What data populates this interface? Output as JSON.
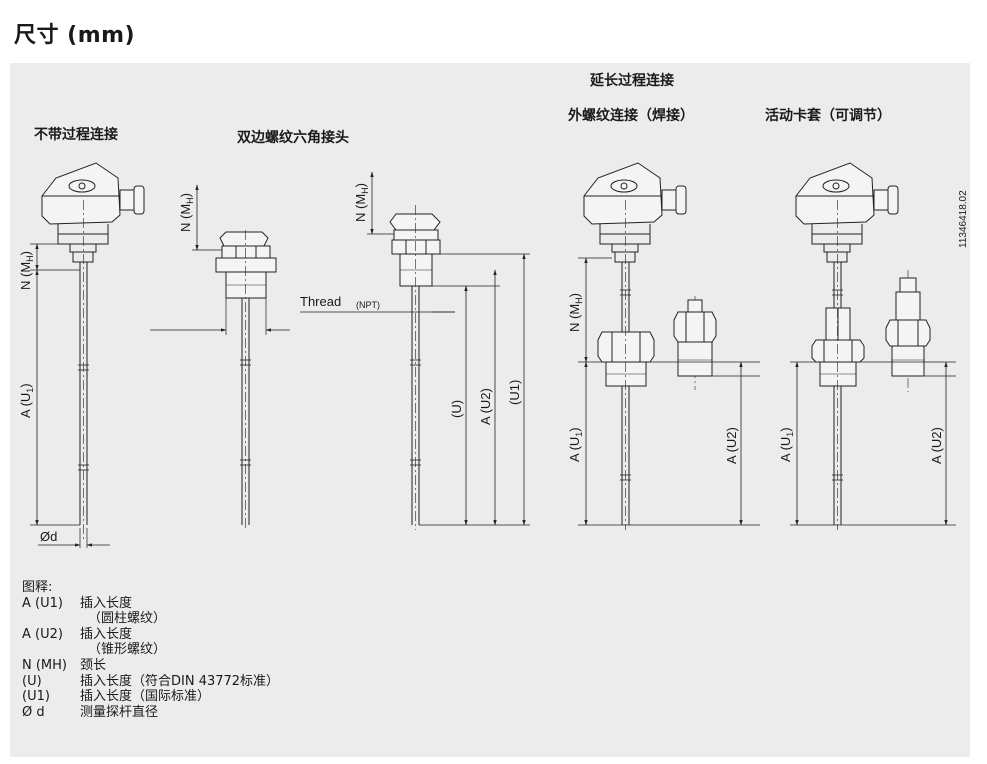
{
  "page_title": "尺寸 (mm)",
  "figure_code": "11346418.02",
  "headers": {
    "group_extended": "延长过程连接",
    "no_process_connection": "不带过程连接",
    "double_thread_hex": "双边螺纹六角接头",
    "male_thread_welded": "外螺纹连接（焊接）",
    "compression_fitting": "活动卡套（可调节）"
  },
  "dimension_labels": {
    "n_mh": "N (M",
    "mh_sub": "H",
    "a_u1": "A (U",
    "a_u2": "A (U2)",
    "u": "(U)",
    "u1": "(U1)",
    "sub1": "1",
    "a_u2_vert": "A (U2)",
    "diameter": "Ød",
    "thread": "Thread",
    "npt": "(NPT)"
  },
  "legend": {
    "title": "图释:",
    "items": [
      {
        "key": "A (U1)",
        "value": "插入长度",
        "cont": "（圆柱螺纹）"
      },
      {
        "key": "A (U2)",
        "value": "插入长度",
        "cont": "（锥形螺纹）"
      },
      {
        "key": "N (MH)",
        "value": "颈长"
      },
      {
        "key": "(U)",
        "value": "插入长度（符合DIN 43772标准）"
      },
      {
        "key": "(U1)",
        "value": "插入长度（国际标准）"
      },
      {
        "key": "Ø d",
        "value": "测量探杆直径"
      }
    ]
  }
}
